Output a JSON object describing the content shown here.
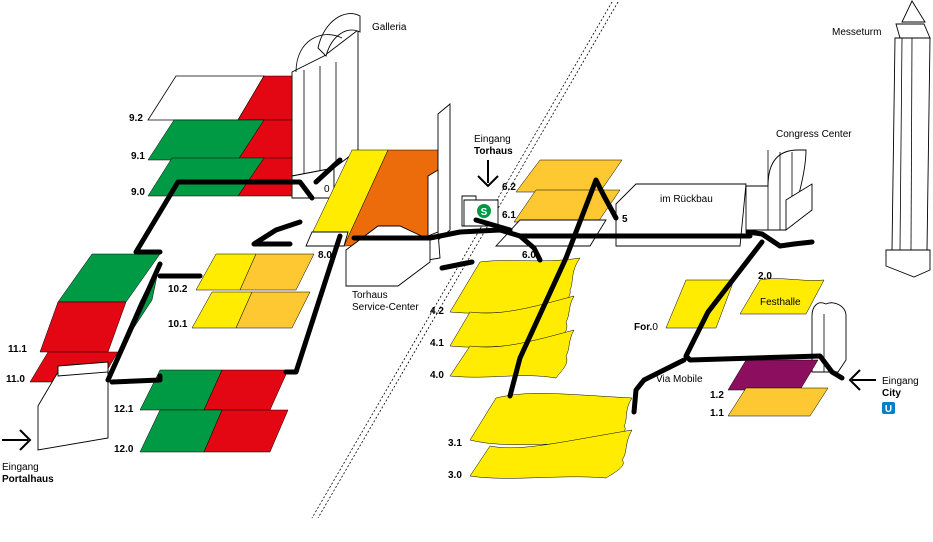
{
  "colors": {
    "red": "#e30613",
    "green": "#009a44",
    "yellow": "#ffec00",
    "light_orange": "#fdc831",
    "orange": "#ec6c0b",
    "purple": "#8b0f5e",
    "s_bahn": "#009a44",
    "u_bahn": "#0080c9"
  },
  "buildings": {
    "galleria": "Galleria",
    "messeturm": "Messeturm",
    "congress_center": "Congress Center",
    "im_rueckbau": "im Rückbau",
    "torhaus_service_l1": "Torhaus",
    "torhaus_service_l2": "Service-Center",
    "via_mobile": "Via Mobile",
    "festhalle": "Festhalle",
    "galleria_level": "0"
  },
  "entrances": {
    "torhaus": {
      "line1": "Eingang",
      "line2": "Torhaus"
    },
    "city": {
      "line1": "Eingang",
      "line2": "City"
    },
    "portalhaus": {
      "line1": "Eingang",
      "line2": "Portalhaus"
    }
  },
  "icons": {
    "s_bahn": "S",
    "u_bahn": "U"
  },
  "halls": {
    "h9_2": "9.2",
    "h9_1": "9.1",
    "h9_0": "9.0",
    "h8_0": "8.0",
    "h10_2": "10.2",
    "h10_1": "10.1",
    "h11_1": "11.1",
    "h11_0": "11.0",
    "h12_1": "12.1",
    "h12_0": "12.0",
    "h6_2": "6.2",
    "h6_1": "6.1",
    "h6_0": "6.0",
    "h5": "5",
    "h4_2": "4.2",
    "h4_1": "4.1",
    "h4_0": "4.0",
    "h3_1": "3.1",
    "h3_0": "3.0",
    "h2_0": "2.0",
    "for_bold": "For.",
    "for_level": "0",
    "h1_2": "1.2",
    "h1_1": "1.1"
  }
}
